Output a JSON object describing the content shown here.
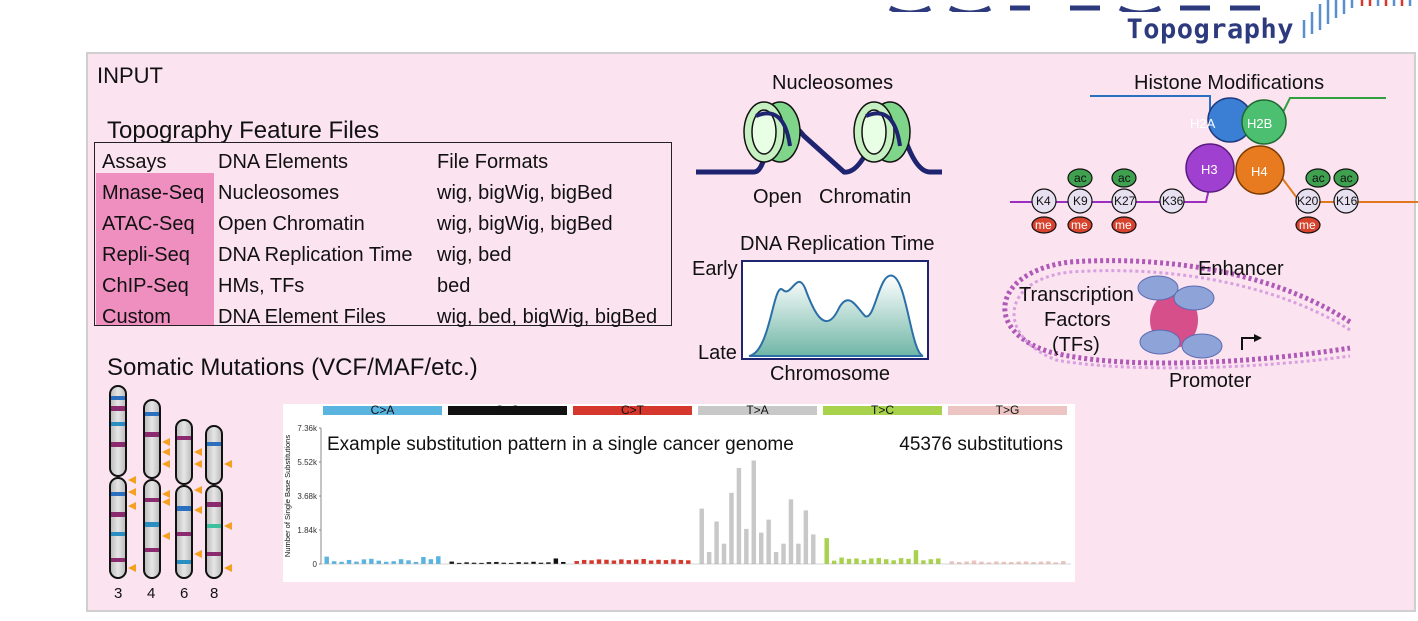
{
  "header": {
    "logo_word": "Topography",
    "colors": {
      "logo_text": "#2e3a7e",
      "panel_bg": "#fbe4ef",
      "assay_highlight": "#ef8fc0"
    }
  },
  "input_heading": "INPUT",
  "feature_files": {
    "title": "Topography Feature Files",
    "columns": [
      "Assays",
      "DNA Elements",
      "File Formats"
    ],
    "rows": [
      [
        "Mnase-Seq",
        "Nucleosomes",
        "wig, bigWig, bigBed"
      ],
      [
        "ATAC-Seq",
        "Open Chromatin",
        "wig, bigWig, bigBed"
      ],
      [
        "Repli-Seq",
        "DNA Replication Time",
        "wig, bed"
      ],
      [
        "ChIP-Seq",
        "HMs, TFs",
        "bed"
      ],
      [
        "Custom",
        "DNA Element Files",
        "wig, bed, bigWig, bigBed"
      ]
    ]
  },
  "somatic": {
    "title": "Somatic Mutations (VCF/MAF/etc.)",
    "chromosomes": [
      "3",
      "4",
      "6",
      "8"
    ]
  },
  "nucleosome": {
    "title": "Nucleosomes",
    "label_left": "Open",
    "label_right": "Chromatin"
  },
  "replication": {
    "title": "DNA Replication Time",
    "early": "Early",
    "late": "Late",
    "xlabel": "Chromosome"
  },
  "histone": {
    "title": "Histone Modifications",
    "cores": [
      "H2A",
      "H2B",
      "H3",
      "H4"
    ],
    "left_residues": [
      "K4",
      "K9",
      "K27",
      "K36"
    ],
    "right_residues": [
      "K20",
      "K16"
    ],
    "ac": "ac",
    "me": "me"
  },
  "tf": {
    "enhancer": "Enhancer",
    "tf_line1": "Transcription",
    "tf_line2": "Factors",
    "tf_line3": "(TFs)",
    "promoter": "Promoter"
  },
  "chart_data": {
    "type": "bar",
    "title": "Example substitution pattern in a single cancer genome",
    "subtitle": "45376 substitutions",
    "ylabel": "Number of Single Base Substitutions",
    "yticks": [
      "7.36k",
      "5.52k",
      "3.68k",
      "1.84k",
      "0"
    ],
    "ylim": [
      0,
      7360
    ],
    "categories": [
      "C>A",
      "C>G",
      "C>T",
      "T>A",
      "T>C",
      "T>G"
    ],
    "colors": [
      "#5ab4e0",
      "#111111",
      "#d6372c",
      "#c8c8c8",
      "#a8d24c",
      "#ecc5c2"
    ],
    "series": [
      {
        "name": "C>A",
        "values": [
          400,
          150,
          120,
          220,
          130,
          250,
          280,
          180,
          120,
          150,
          260,
          200,
          110,
          380,
          260,
          420
        ]
      },
      {
        "name": "C>G",
        "values": [
          130,
          60,
          90,
          70,
          60,
          100,
          110,
          70,
          60,
          100,
          80,
          120,
          70,
          90,
          300,
          110
        ]
      },
      {
        "name": "C>T",
        "values": [
          160,
          220,
          200,
          250,
          230,
          190,
          250,
          210,
          240,
          270,
          190,
          230,
          210,
          250,
          220,
          200
        ]
      },
      {
        "name": "T>A",
        "values": [
          3000,
          650,
          2300,
          1100,
          3850,
          5200,
          1900,
          5600,
          1700,
          2400,
          650,
          1100,
          3500,
          1100,
          2900,
          1600
        ]
      },
      {
        "name": "T>C",
        "values": [
          1400,
          180,
          350,
          280,
          300,
          220,
          300,
          330,
          260,
          200,
          320,
          280,
          750,
          200,
          260,
          300
        ]
      },
      {
        "name": "T>G",
        "values": [
          150,
          110,
          140,
          190,
          130,
          90,
          140,
          120,
          110,
          130,
          140,
          110,
          130,
          150,
          90,
          160
        ]
      }
    ]
  }
}
